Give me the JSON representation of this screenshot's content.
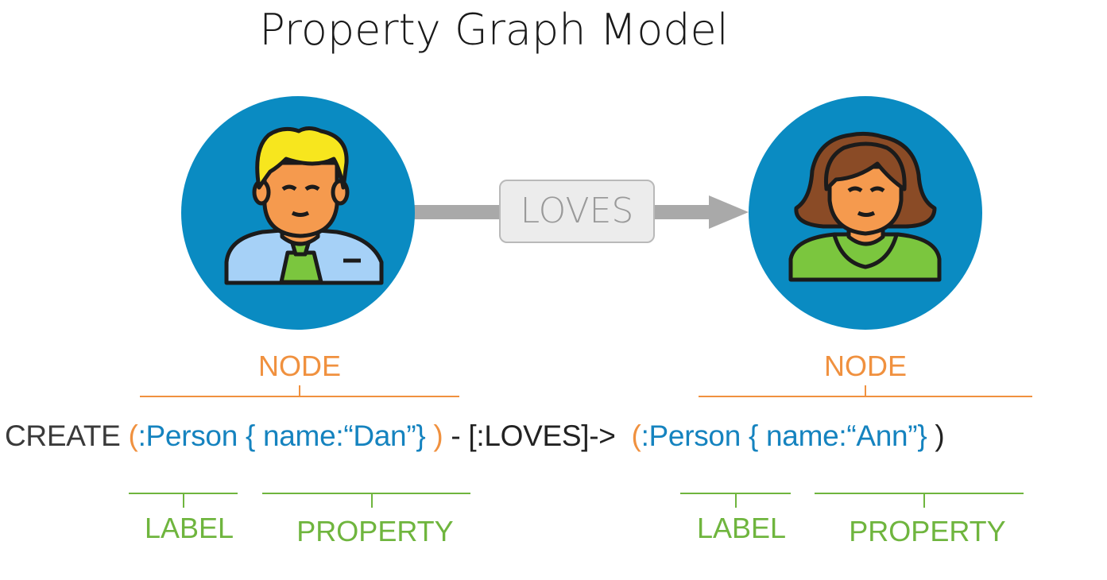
{
  "title": "Property Graph Model",
  "relationship": {
    "label": "LOVES"
  },
  "nodes": [
    {
      "avatar": "man-avatar-icon",
      "annotation": "NODE"
    },
    {
      "avatar": "woman-avatar-icon",
      "annotation": "NODE"
    }
  ],
  "code": {
    "keyword": "CREATE",
    "open1": "(",
    "label1": ":Person",
    "prop1": " { name:“Dan”}",
    "close1": " )",
    "rel": " - [:LOVES]-> ",
    "open2": " (",
    "label2": ":Person",
    "prop2": " { name:“Ann”}",
    "close2": " )"
  },
  "annotations": {
    "label_left": "LABEL",
    "property_left": "PROPERTY",
    "label_right": "LABEL",
    "property_right": "PROPERTY"
  },
  "colors": {
    "node_circle": "#0A8BC2",
    "node_annotation": "#F0913F",
    "label_annotation": "#6FB53E",
    "code_blue": "#1583BF",
    "arrow": "#A9A9A9"
  }
}
